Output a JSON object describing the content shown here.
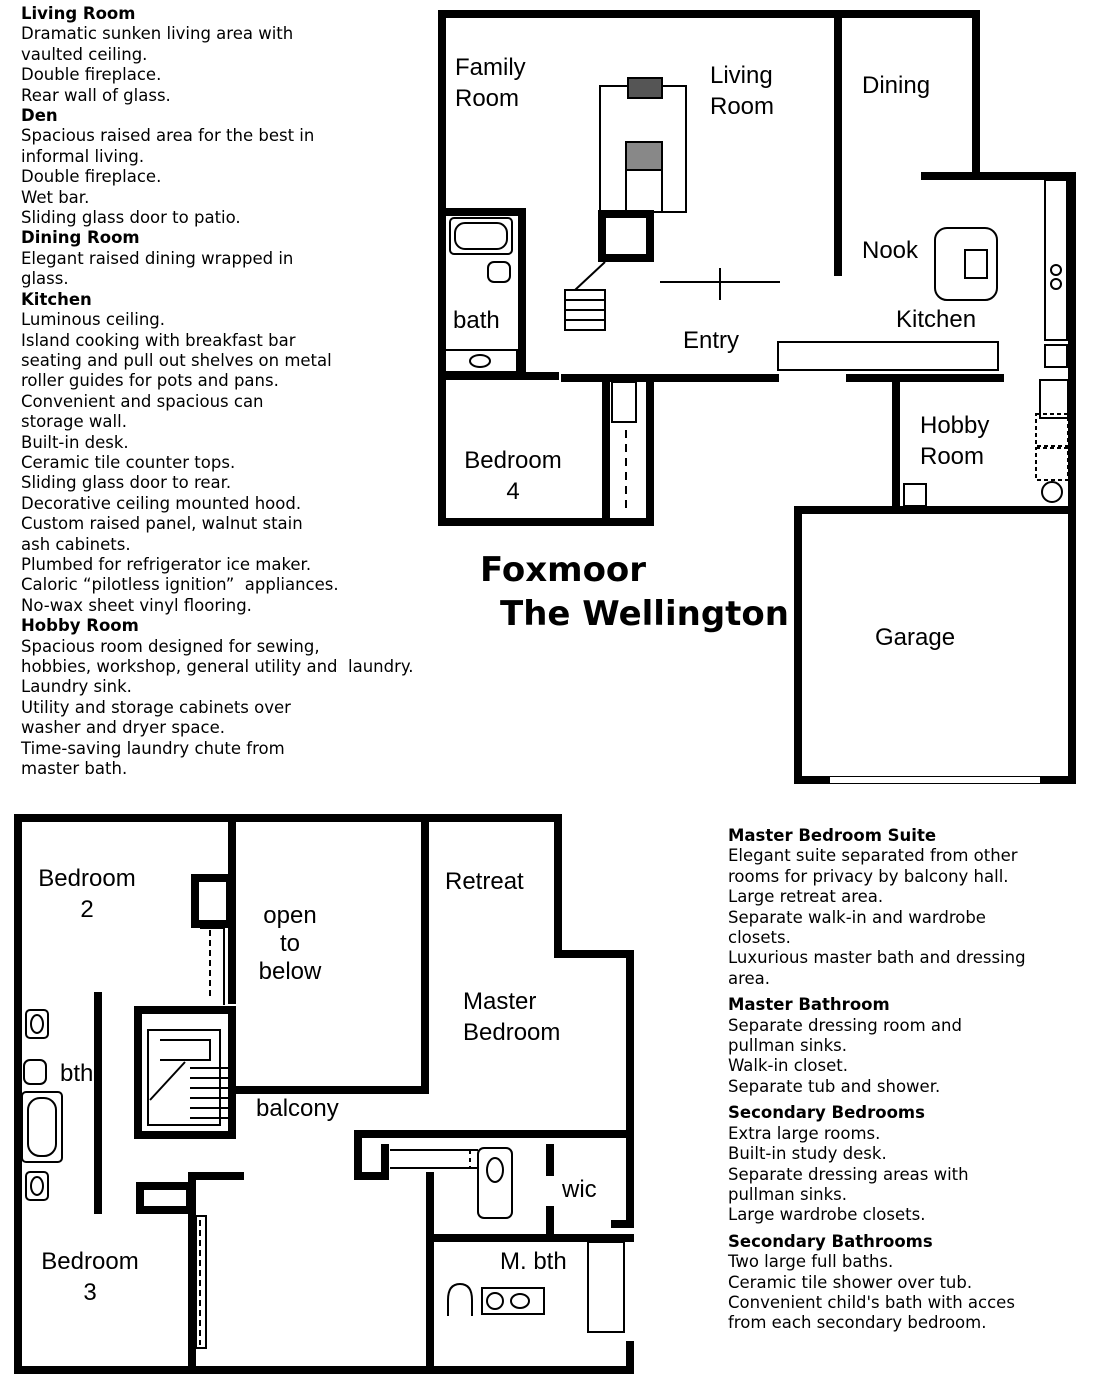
{
  "title": {
    "line1": "Foxmoor",
    "line2": "The Wellington"
  },
  "descriptions_left": [
    {
      "heading": "Living Room",
      "lines": [
        "Dramatic sunken living area with",
        "vaulted ceiling.",
        "Double fireplace.",
        "Rear wall of glass."
      ]
    },
    {
      "heading": "Den",
      "lines": [
        "Spacious raised area for the best in",
        "informal living.",
        "Double fireplace.",
        "Wet bar.",
        "Sliding glass door to patio."
      ]
    },
    {
      "heading": "Dining Room",
      "lines": [
        "Elegant raised dining wrapped in",
        "glass."
      ]
    },
    {
      "heading": "Kitchen",
      "lines": [
        "Luminous ceiling.",
        "Island cooking with breakfast bar",
        "seating and pull out shelves on metal",
        "roller guides for pots and pans.",
        "Convenient and spacious can",
        "storage wall.",
        "Built-in desk.",
        "Ceramic tile counter tops.",
        "Sliding glass door to rear.",
        "Decorative ceiling mounted hood.",
        "Custom raised panel, walnut stain",
        "ash cabinets.",
        "Plumbed for refrigerator ice maker.",
        "Caloric “pilotless ignition”  appliances.",
        "No-wax sheet vinyl flooring."
      ]
    },
    {
      "heading": "Hobby Room",
      "lines": [
        "Spacious room designed for sewing,",
        "hobbies, workshop, general utility and  laundry.",
        "Laundry sink.",
        "Utility and storage cabinets over",
        "washer and dryer space.",
        "Time-saving laundry chute from",
        "master bath."
      ]
    }
  ],
  "descriptions_right": [
    {
      "heading": "Master Bedroom Suite",
      "lines": [
        "Elegant suite separated from other",
        "rooms for privacy by balcony hall.",
        "Large retreat area.",
        "Separate walk-in and wardrobe",
        "closets.",
        "Luxurious master bath and dressing",
        "area."
      ]
    },
    {
      "heading": "Master Bathroom",
      "lines": [
        "Separate dressing room and",
        "pullman sinks.",
        "Walk-in closet.",
        "Separate tub and shower."
      ]
    },
    {
      "heading": "Secondary Bedrooms",
      "lines": [
        "Extra large rooms.",
        "Built-in study desk.",
        "Separate dressing areas with",
        "pullman sinks.",
        "Large wardrobe closets."
      ]
    },
    {
      "heading": "Secondary Bathrooms",
      "lines": [
        "Two large full baths.",
        "Ceramic tile shower over tub.",
        "Convenient child's bath with acces",
        "from each secondary bedroom."
      ]
    }
  ],
  "rooms_main": {
    "family_room": [
      "Family",
      "Room"
    ],
    "living_room": [
      "Living",
      "Room"
    ],
    "dining": "Dining",
    "nook": "Nook",
    "kitchen": "Kitchen",
    "bath": "bath",
    "entry": "Entry",
    "bedroom4": [
      "Bedroom",
      "4"
    ],
    "hobby_room": [
      "Hobby",
      "Room"
    ],
    "garage": "Garage"
  },
  "rooms_upper": {
    "bedroom2": [
      "Bedroom",
      "2"
    ],
    "open_to_below": [
      "open",
      "to",
      "below"
    ],
    "retreat": "Retreat",
    "master_bedroom": [
      "Master",
      "Bedroom"
    ],
    "bth": "bth",
    "balcony": "balcony",
    "wic": "wic",
    "m_bth": "M. bth",
    "bedroom3": [
      "Bedroom",
      "3"
    ]
  }
}
